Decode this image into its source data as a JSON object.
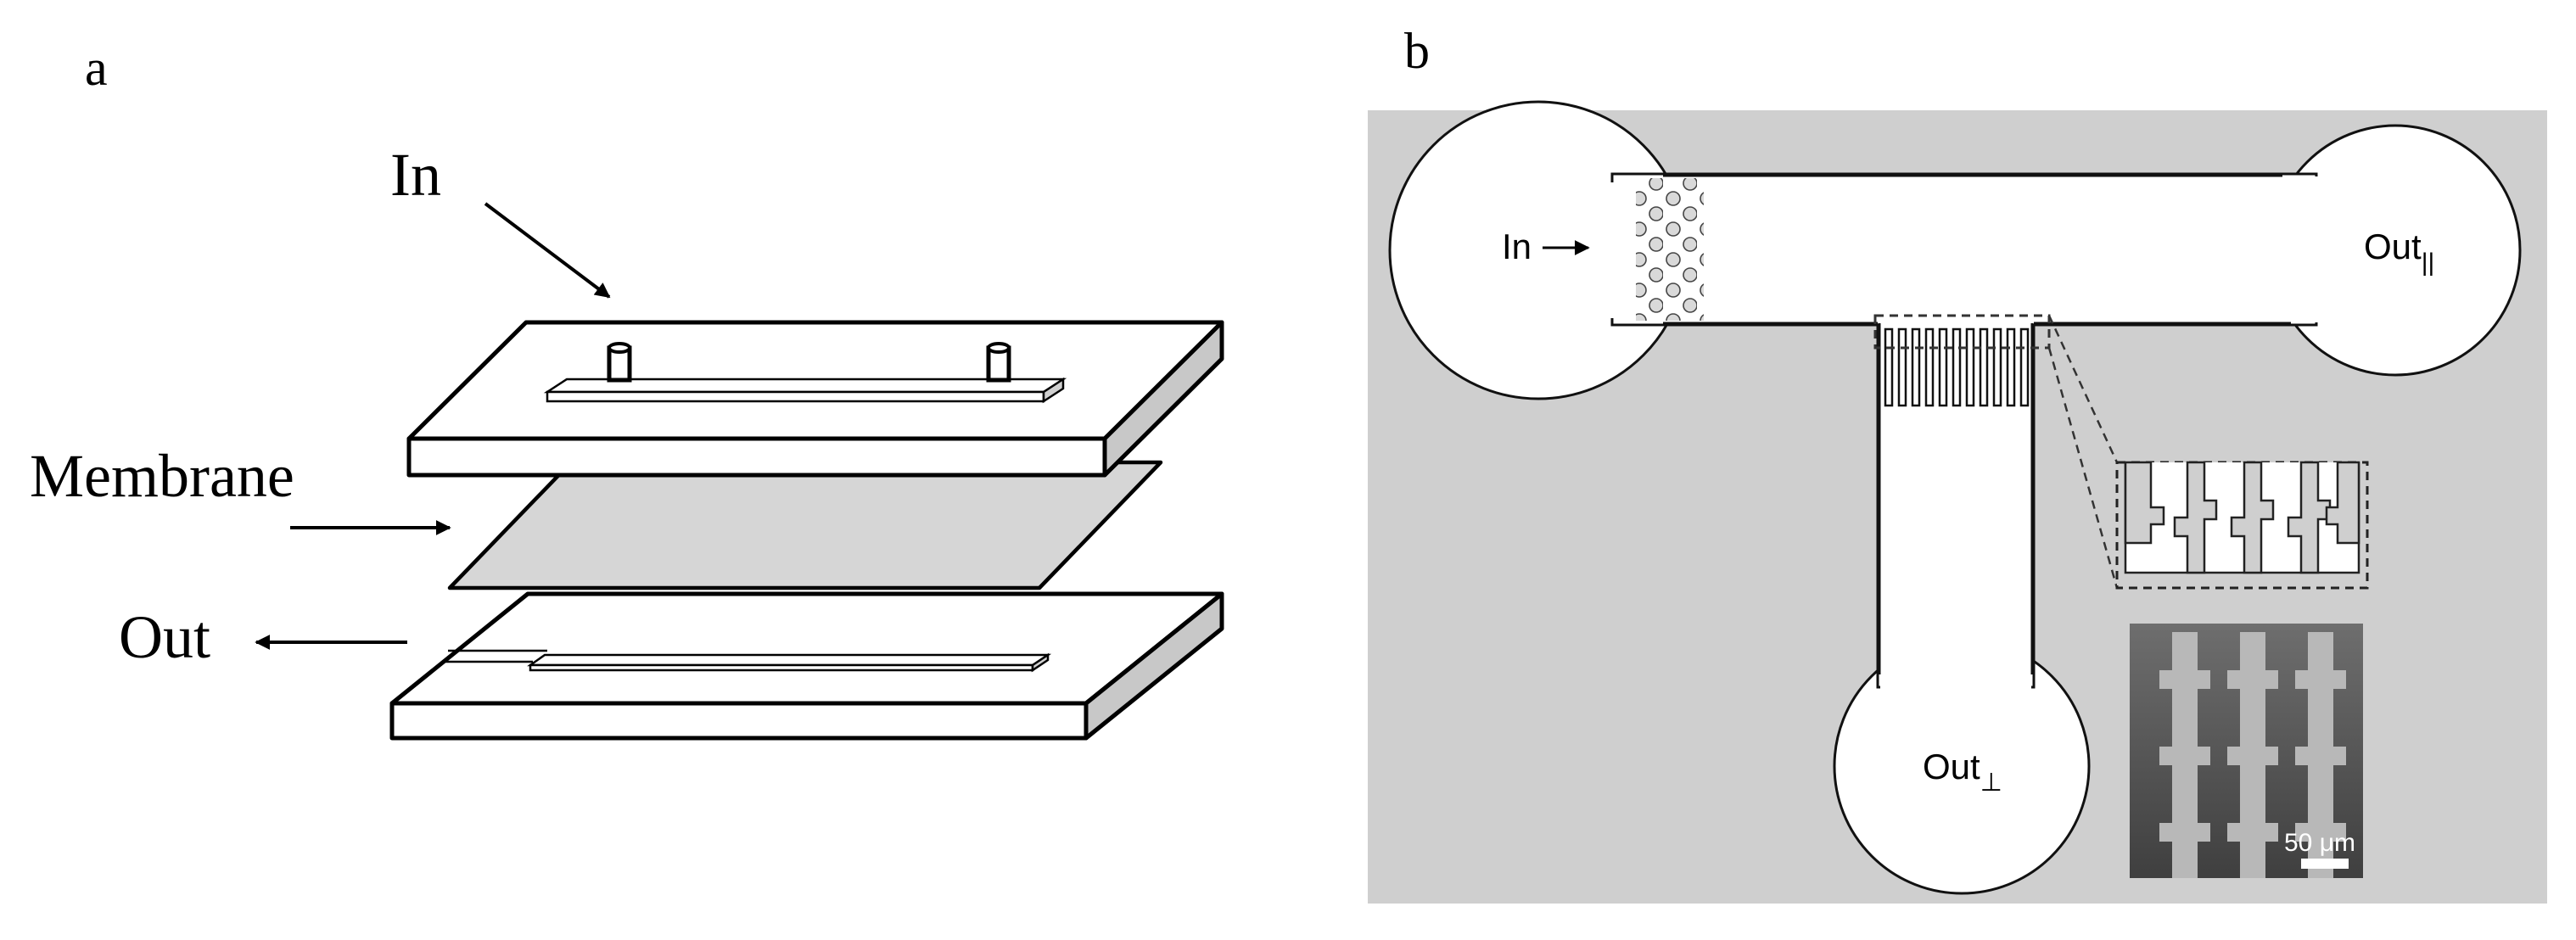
{
  "panel_a": {
    "label": "a",
    "in_label": "In",
    "membrane_label": "Membrane",
    "out_label": "Out"
  },
  "panel_b": {
    "label": "b",
    "in_label": "In",
    "out_parallel_label": "Out",
    "out_parallel_sub": "||",
    "out_perp_label": "Out",
    "out_perp_sub": "⊥",
    "scale_bar_label": "50 μm"
  },
  "colors": {
    "membrane": "#d6d6d6",
    "chip_background": "#cfcfcf",
    "slab_side": "#c8c8c8"
  }
}
